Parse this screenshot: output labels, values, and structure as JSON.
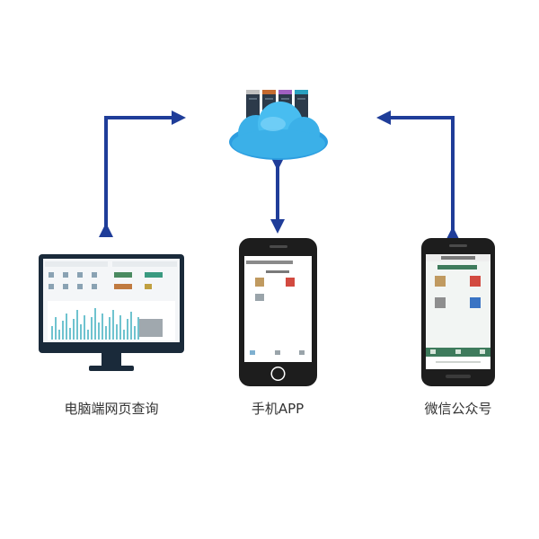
{
  "captions": {
    "pc": "电脑端网页查询",
    "app": "手机APP",
    "wechat": "微信公众号"
  },
  "colors": {
    "arrow": "#1f3d99",
    "cloud": "#3bb0e8",
    "monitor_frame": "#1a2a3a",
    "phone_frame": "#1d1d1d",
    "wechat_green": "#3e7b5c"
  },
  "icons": [
    "server-rack-icon",
    "cloud-icon",
    "desktop-monitor-icon",
    "smartphone-icon",
    "smartphone-icon"
  ]
}
